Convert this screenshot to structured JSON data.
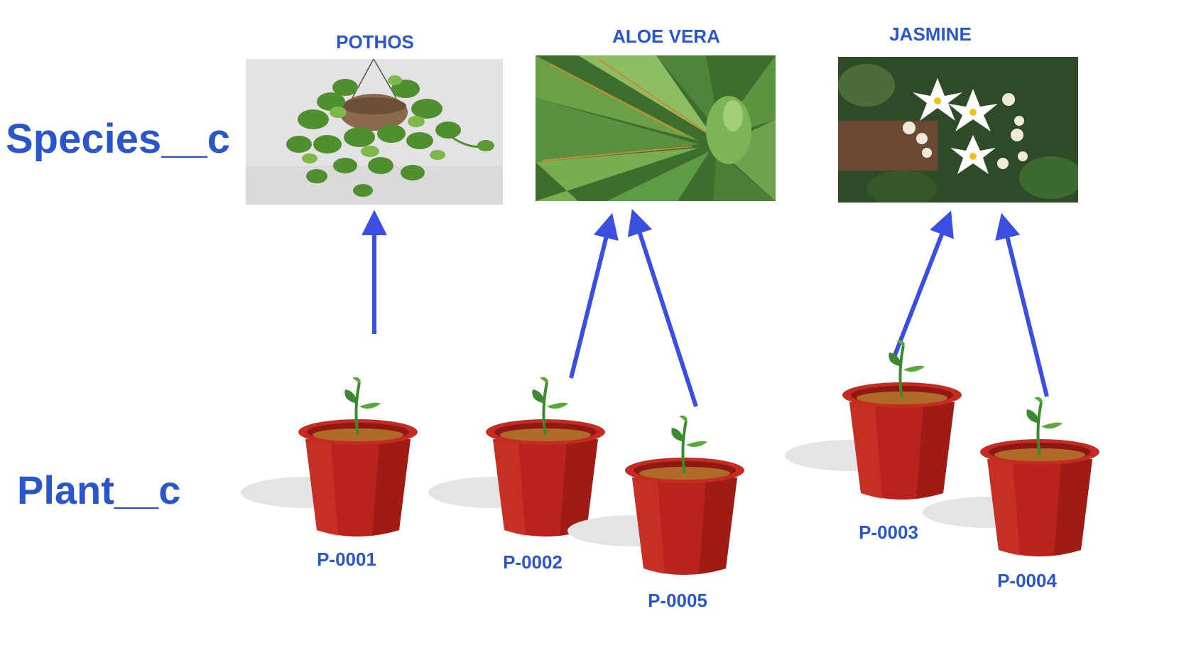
{
  "row_labels": {
    "species": "Species__c",
    "plant": "Plant__c"
  },
  "species": [
    {
      "key": "pothos",
      "name": "POTHOS"
    },
    {
      "key": "aloe",
      "name": "ALOE VERA"
    },
    {
      "key": "jasmine",
      "name": "JASMINE"
    }
  ],
  "plants": [
    {
      "id": "P-0001",
      "species": "POTHOS"
    },
    {
      "id": "P-0002",
      "species": "ALOE VERA"
    },
    {
      "id": "P-0005",
      "species": "ALOE VERA"
    },
    {
      "id": "P-0003",
      "species": "JASMINE"
    },
    {
      "id": "P-0004",
      "species": "JASMINE"
    }
  ],
  "colors": {
    "label_blue": "#2a56c9",
    "arrow_blue": "#3a4ee0",
    "pot_red": "#b8231c",
    "pot_dark": "#8e1812",
    "soil": "#b06a2a",
    "sprout_green": "#3c8a2e"
  }
}
